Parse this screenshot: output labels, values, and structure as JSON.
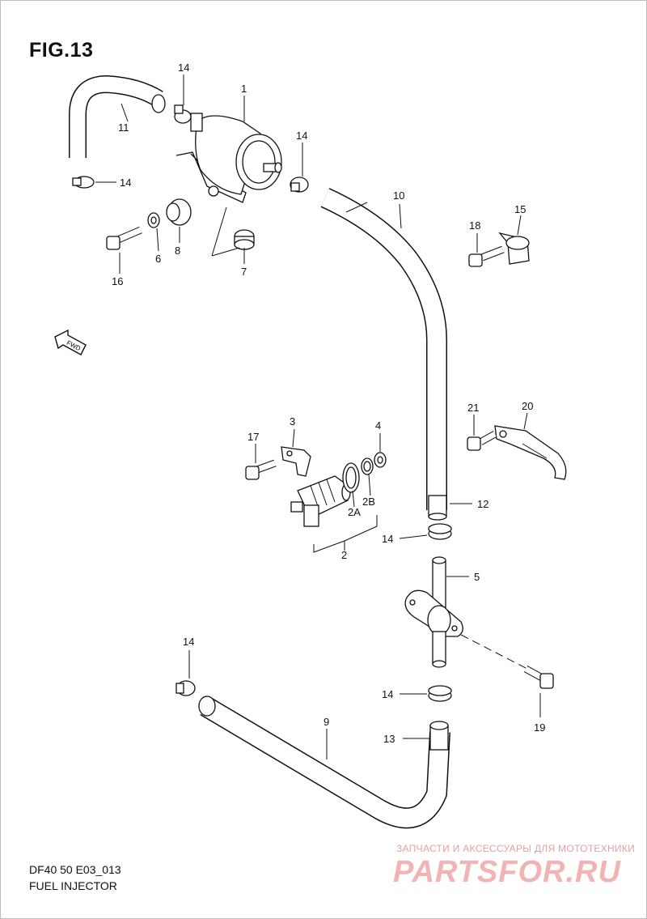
{
  "figure": {
    "title": "FIG.13",
    "code": "DF40 50 E03_013",
    "name": "FUEL INJECTOR"
  },
  "fwd_label": "FWD",
  "watermark": {
    "top": "ЗАПЧАСТИ И АКСЕССУАРЫ ДЛЯ МОТОТЕХНИКИ",
    "brand": "PARTSFOR.RU"
  },
  "callouts": {
    "c1": "1",
    "c2": "2",
    "c2a": "2A",
    "c2b": "2B",
    "c3": "3",
    "c4": "4",
    "c5": "5",
    "c6": "6",
    "c7": "7",
    "c8": "8",
    "c9": "9",
    "c10": "10",
    "c11": "11",
    "c12": "12",
    "c13": "13",
    "c14a": "14",
    "c14b": "14",
    "c14c": "14",
    "c14d": "14",
    "c14e": "14",
    "c14f": "14",
    "c15": "15",
    "c16": "16",
    "c17": "17",
    "c18": "18",
    "c19": "19",
    "c20": "20",
    "c21": "21"
  }
}
